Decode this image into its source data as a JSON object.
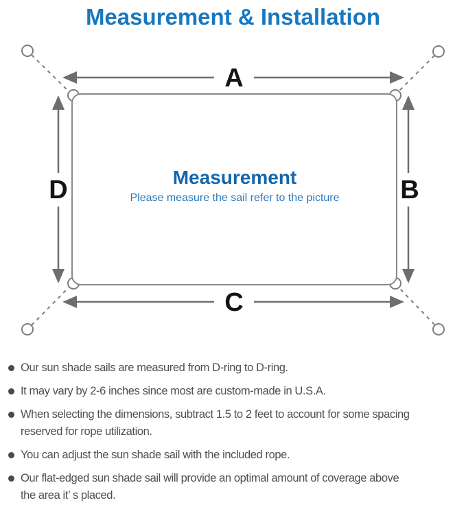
{
  "title": "Measurement & Installation",
  "colors": {
    "title_blue": "#1878c0",
    "heading_blue": "#1466ab",
    "subtitle_blue": "#2b79ba",
    "label_black": "#141414",
    "line_gray": "#8a8a8a",
    "arrow_gray": "#6e6e6e",
    "note_text_gray": "#4f4f4f"
  },
  "diagram": {
    "side_labels": {
      "top": "A",
      "right": "B",
      "bottom": "C",
      "left": "D"
    },
    "center_heading": "Measurement",
    "center_subtitle": "Please measure the sail refer to the picture"
  },
  "notes": {
    "items": [
      {
        "text": "Our sun shade sails are measured from D-ring to D-ring."
      },
      {
        "text": "It may vary by 2-6 inches since most are custom-made in U.S.A."
      },
      {
        "text": "When selecting the dimensions, subtract 1.5 to 2 feet to account for some spacing\nreserved for rope utilization."
      },
      {
        "text": "You can adjust the sun shade sail with the included rope."
      },
      {
        "text": "Our flat-edged sun shade sail will provide an optimal amount of coverage above\nthe area it’ s placed."
      }
    ]
  }
}
